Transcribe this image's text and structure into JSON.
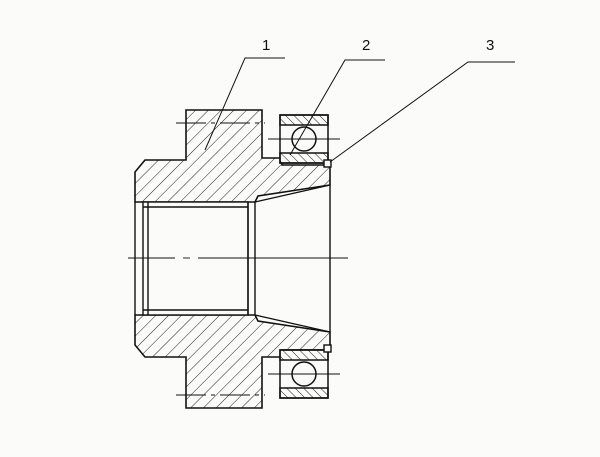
{
  "drawing": {
    "callouts": [
      {
        "label": "1"
      },
      {
        "label": "2"
      },
      {
        "label": "3"
      }
    ]
  }
}
